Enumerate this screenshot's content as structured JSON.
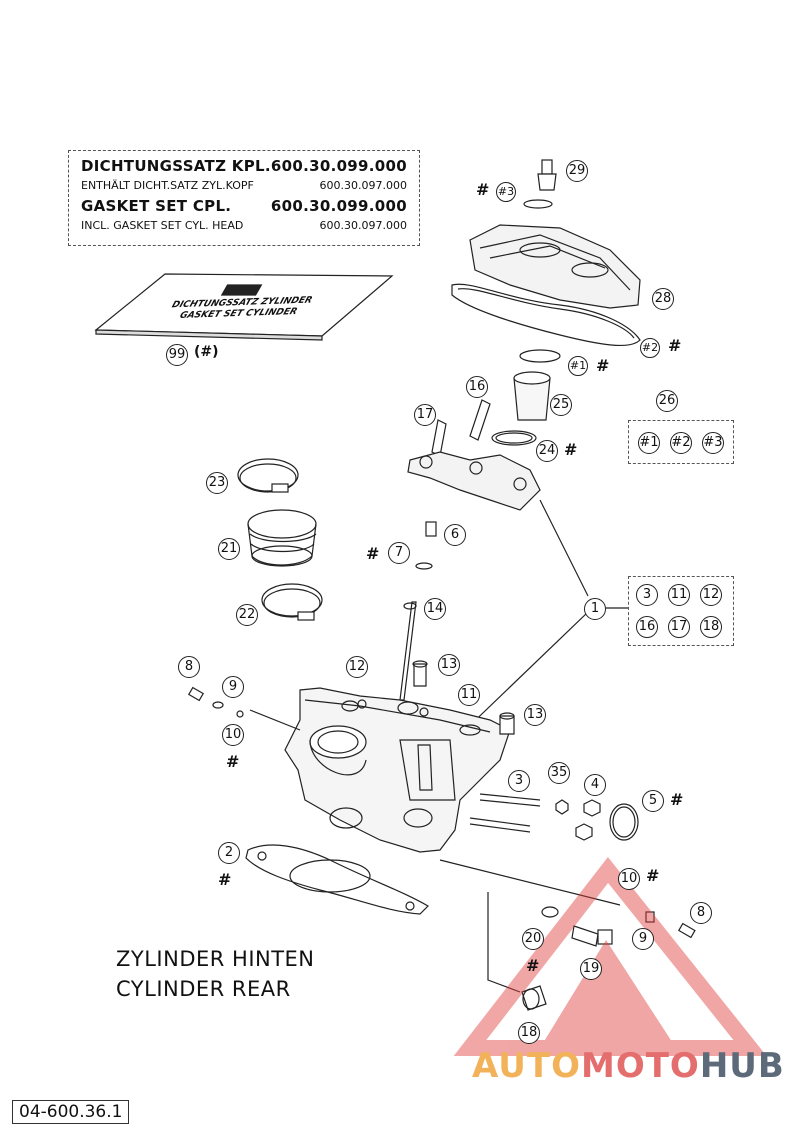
{
  "gasket_info": {
    "line1_label": "DICHTUNGSSATZ KPL.",
    "line1_number": "600.30.099.000",
    "line2_label": "ENTHÄLT DICHT.SATZ ZYL.KOPF",
    "line2_number": "600.30.097.000",
    "line3_label": "GASKET SET CPL.",
    "line3_number": "600.30.099.000",
    "line4_label": "INCL. GASKET SET CYL. HEAD",
    "line4_number": "600.30.097.000"
  },
  "gasket_package": {
    "line1": "DICHTUNGSSATZ ZYLINDER",
    "line2": "GASKET SET CYLINDER",
    "callout": "99",
    "suffix": "(#)"
  },
  "title": {
    "line1": "ZYLINDER HINTEN",
    "line2": "CYLINDER REAR"
  },
  "diagram_code": "04-600.36.1",
  "watermark": {
    "part1": "AUTO",
    "part2": "MOTO",
    "part3": "HUB"
  },
  "hash_symbol": "#",
  "callouts": {
    "c29": "29",
    "c3h": "#3",
    "c28": "28",
    "c2h": "#2",
    "c1h": "#1",
    "c16": "16",
    "c25": "25",
    "c17": "17",
    "c24": "24",
    "c26": "26",
    "k1": "#1",
    "k2": "#2",
    "k3": "#3",
    "c23": "23",
    "c21": "21",
    "c22": "22",
    "c7": "7",
    "c6": "6",
    "c14": "14",
    "c1": "1",
    "g3": "3",
    "g11": "11",
    "g12": "12",
    "g16": "16",
    "g17": "17",
    "g18": "18",
    "c8a": "8",
    "c9a": "9",
    "c10a": "10",
    "c12": "12",
    "c13a": "13",
    "c11": "11",
    "c13b": "13",
    "c3": "3",
    "c35": "35",
    "c4": "4",
    "c5": "5",
    "c2": "2",
    "c10b": "10",
    "c8b": "8",
    "c9b": "9",
    "c20": "20",
    "c19": "19",
    "c18": "18"
  },
  "colors": {
    "line": "#222222",
    "watermark_triangle": "#e23b3b",
    "watermark_orange": "#f2b25a",
    "watermark_grey": "#5c6a7a"
  }
}
